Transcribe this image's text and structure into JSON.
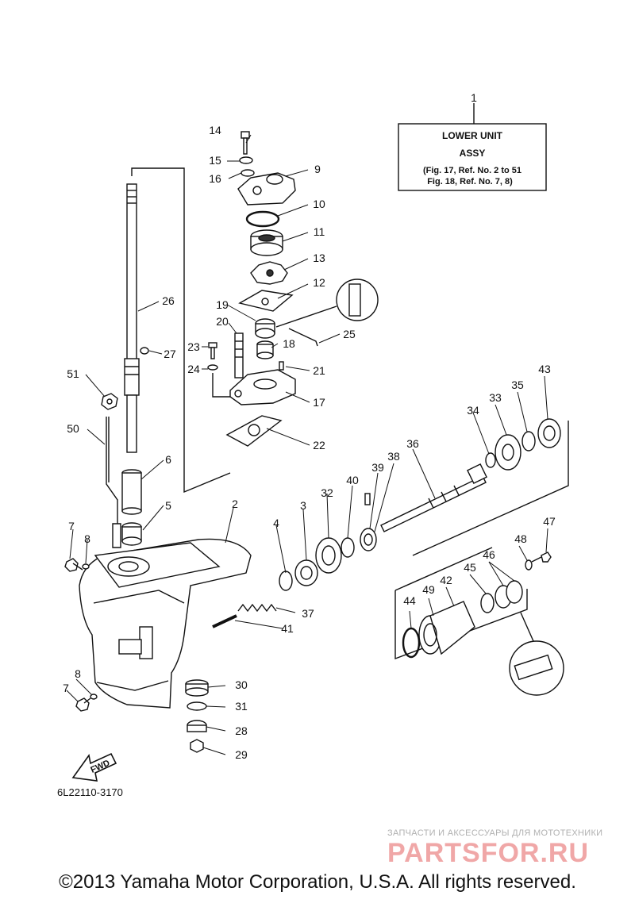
{
  "diagram": {
    "assy_box": {
      "ref": "1",
      "line1": "LOWER UNIT",
      "line2": "ASSY",
      "line3": "(Fig. 17, Ref. No. 2 to 51",
      "line4": "Fig. 18, Ref. No. 7, 8)"
    },
    "fwd_label": "FWD",
    "diagram_code": "6L22110-3170",
    "callouts": [
      "1",
      "2",
      "3",
      "4",
      "5",
      "6",
      "7",
      "8",
      "9",
      "10",
      "11",
      "12",
      "13",
      "14",
      "15",
      "16",
      "17",
      "18",
      "19",
      "20",
      "21",
      "22",
      "23",
      "24",
      "25",
      "26",
      "27",
      "28",
      "29",
      "30",
      "31",
      "32",
      "33",
      "34",
      "35",
      "36",
      "37",
      "38",
      "39",
      "40",
      "41",
      "42",
      "43",
      "44",
      "45",
      "46",
      "47",
      "48",
      "49",
      "50",
      "51"
    ]
  },
  "watermark": {
    "tagline": "ЗАПЧАСТИ И АКСЕССУАРЫ ДЛЯ МОТОТЕХНИКИ",
    "brand": "PARTSFOR.RU"
  },
  "footer": {
    "copyright": "©2013 Yamaha Motor Corporation, U.S.A. All rights reserved."
  }
}
